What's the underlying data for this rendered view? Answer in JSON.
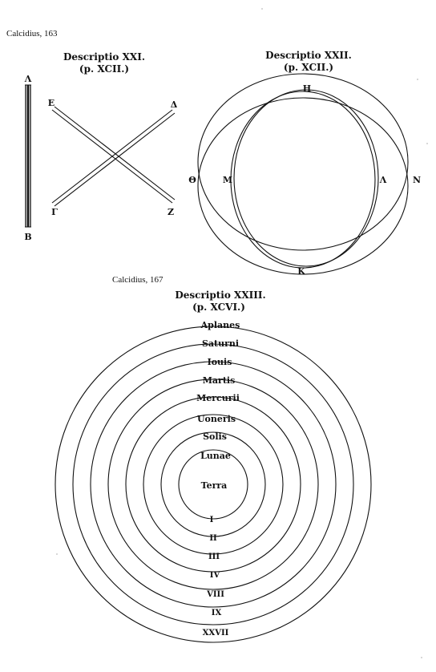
{
  "captions": {
    "top_left": "Calcidius, 163",
    "middle": "Calcidius, 167"
  },
  "fig21": {
    "title": "Descriptio XXI.",
    "subtitle": "(p. XCII.)",
    "labels": {
      "bar_top": "Λ",
      "bar_bottom": "B",
      "top_left": "E",
      "top_right": "Δ",
      "bottom_left": "Γ",
      "bottom_right": "Z"
    }
  },
  "fig22": {
    "title": "Descriptio XXII.",
    "subtitle": "(p. XCII.)",
    "labels": {
      "top": "H",
      "bottom": "K",
      "outer_left": "Θ",
      "inner_left": "M",
      "inner_right": "Λ",
      "outer_right": "N"
    }
  },
  "fig23": {
    "title": "Descriptio XXIII.",
    "subtitle": "(p. XCVI.)",
    "center": "Terra",
    "rings": [
      "Lunae",
      "Solis",
      "Uoneris",
      "Mercurii",
      "Martis",
      "Iouis",
      "Saturni",
      "Aplanes"
    ],
    "numerals": [
      "I",
      "II",
      "III",
      "IV",
      "VIII",
      "IX",
      "XXVII"
    ]
  }
}
